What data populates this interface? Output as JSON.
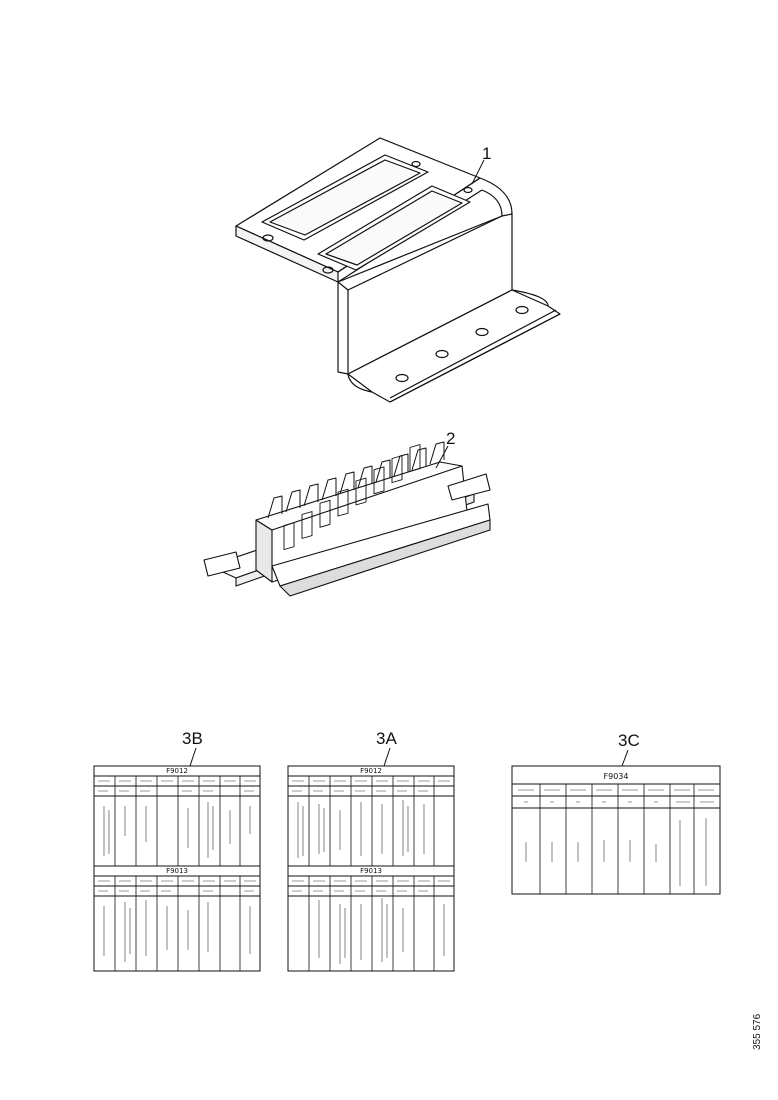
{
  "callouts": {
    "part1": "1",
    "part2": "2",
    "part3b": "3B",
    "part3a": "3A",
    "part3c": "3C"
  },
  "labels": {
    "table_3b_top": "F9012",
    "table_3b_bottom": "F9013",
    "table_3a_top": "F9012",
    "table_3a_bottom": "F9013",
    "table_3c": "F9034"
  },
  "document_number": "355 576",
  "colors": {
    "ink": "#111111",
    "paper": "#ffffff"
  }
}
